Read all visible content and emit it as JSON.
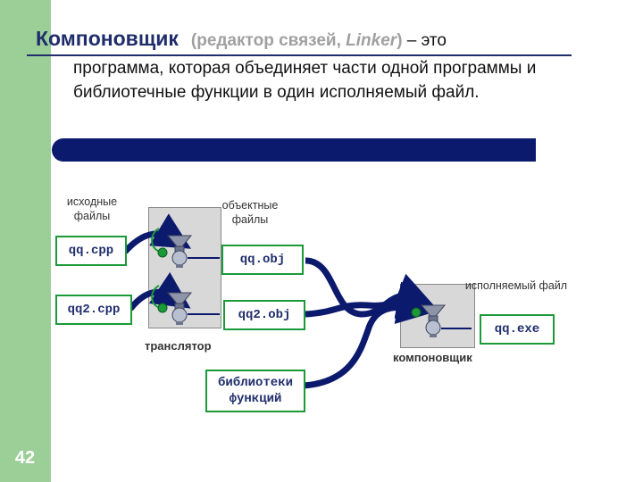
{
  "slide": {
    "number": "42"
  },
  "title": {
    "main": "Компоновщик",
    "sub_open": "(редактор связей, ",
    "sub_italic": "Linker",
    "sub_close": ")",
    "tail": " – это"
  },
  "description": "программа, которая объединяет части одной программы и библиотечные функции в один исполняемый файл.",
  "diagram": {
    "source_label": "исходные файлы",
    "object_label": "объектные файлы",
    "exe_label": "исполняемый файл",
    "translator_label": "транслятор",
    "linker_label": "компоновщик",
    "source_files": [
      "qq.cpp",
      "qq2.cpp"
    ],
    "object_files": [
      "qq.obj",
      "qq2.obj"
    ],
    "library": "библиотеки функций",
    "exe_file": "qq.exe"
  },
  "colors": {
    "sidebar": "#9ccf98",
    "accent": "#1f2d6b",
    "bar": "#0c1a6d",
    "file_border": "#1a9a38"
  }
}
